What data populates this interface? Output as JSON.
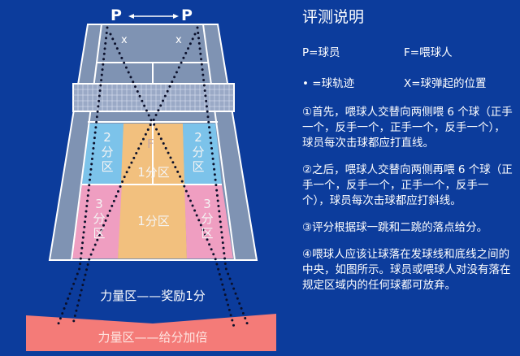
{
  "diagram": {
    "player_left": "P",
    "player_right": "P",
    "bounce_left": "x",
    "bounce_right": "x",
    "feeder": "F",
    "zone_2_left": [
      "2",
      "分",
      "区"
    ],
    "zone_2_right": [
      "2",
      "分",
      "区"
    ],
    "zone_1_upper": "1分区",
    "zone_1_lower": "1分区",
    "zone_3_left": [
      "3",
      "分",
      "区"
    ],
    "zone_3_right": [
      "3",
      "分",
      "区"
    ],
    "power_zone_1": "力量区——奖励1分",
    "power_zone_2": "力量区——给分加倍",
    "colors": {
      "background": "#0c3c9c",
      "court": "#7f93b3",
      "zone2": "#7cc3ea",
      "zone1": "#f2c07e",
      "zone3": "#ef9ec1",
      "power": "#f47b78"
    }
  },
  "panel": {
    "title": "评测说明",
    "legend": [
      {
        "left": "P=球员",
        "right": "F=喂球人"
      },
      {
        "left": "• =球轨迹",
        "right": "X=球弹起的位置"
      }
    ],
    "paragraphs": [
      "①首先，喂球人交替向两侧喂 6 个球（正手一个，反手一个，正手一个，反手一个），球员每次击球都应打直线。",
      "②之后，喂球人交替向两侧再喂 6 个球（正手一个，反手一个，正手一个，反手一个），球员每次击球都应打斜线。",
      "③评分根据球一跳和二跳的落点给分。",
      "④喂球人应该让球落在发球线和底线之间的中央，如图所示。球员或喂球人对没有落在规定区域内的任何球都可放弃。"
    ]
  }
}
